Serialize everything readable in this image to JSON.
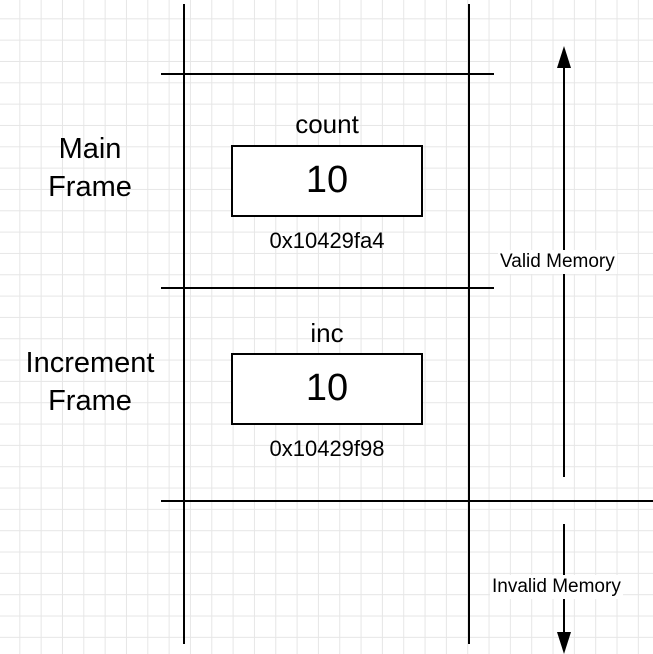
{
  "frames": {
    "main": {
      "line1": "Main",
      "line2": "Frame",
      "var_name": "count",
      "value": "10",
      "address": "0x10429fa4"
    },
    "increment": {
      "line1": "Increment",
      "line2": "Frame",
      "var_name": "inc",
      "value": "10",
      "address": "0x10429f98"
    }
  },
  "memory": {
    "valid_label": "Valid Memory",
    "invalid_label": "Invalid Memory"
  },
  "icons": {
    "valid_arrow": "arrow-up-icon",
    "invalid_arrow": "arrow-down-icon"
  },
  "colors": {
    "background": "#ffffff",
    "grid": "#e6e6e6",
    "ink": "#000000"
  }
}
